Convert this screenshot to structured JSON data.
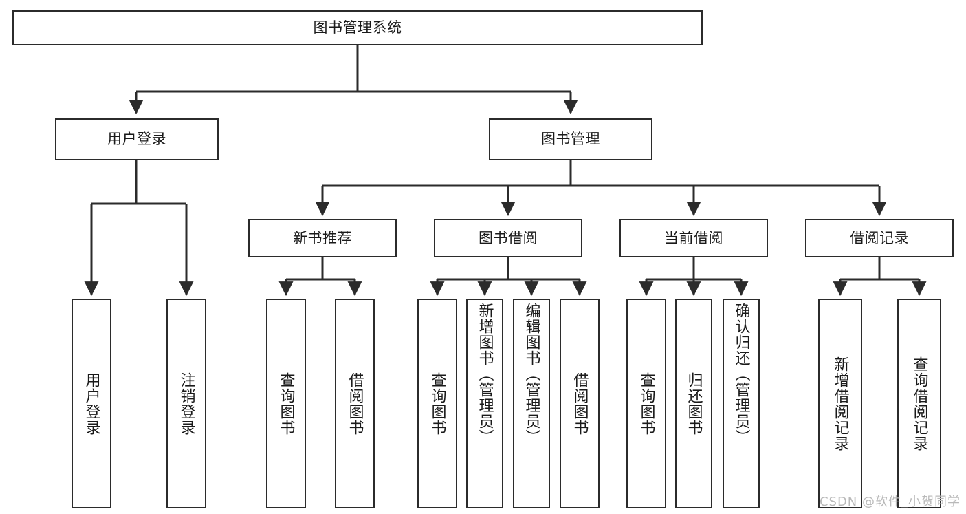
{
  "diagram": {
    "title": "图书管理系统",
    "type": "tree-hierarchy-diagram",
    "watermark": "CSDN @软件_小贺同学",
    "colors": {
      "background": "#ffffff",
      "node_border": "#2b2b2b",
      "node_fill": "#ffffff",
      "edge": "#2b2b2b",
      "text": "#1a1a1a",
      "watermark_text": "#b9b9b9"
    },
    "root": {
      "label": "图书管理系统"
    },
    "level2": [
      {
        "label": "用户登录"
      },
      {
        "label": "图书管理"
      }
    ],
    "level3": [
      {
        "label": "新书推荐"
      },
      {
        "label": "图书借阅"
      },
      {
        "label": "当前借阅"
      },
      {
        "label": "借阅记录"
      }
    ],
    "leaves": {
      "user_login": [
        {
          "label": "用户登录"
        },
        {
          "label": "注销登录"
        }
      ],
      "new_book_recommend": [
        {
          "label": "查询图书"
        },
        {
          "label": "借阅图书"
        }
      ],
      "book_borrow": [
        {
          "label": "查询图书"
        },
        {
          "label": "新增图书（管理员）"
        },
        {
          "label": "编辑图书（管理员）"
        },
        {
          "label": "借阅图书"
        }
      ],
      "current_borrow": [
        {
          "label": "查询图书"
        },
        {
          "label": "归还图书"
        },
        {
          "label": "确认归还（管理员）"
        }
      ],
      "borrow_record": [
        {
          "label": "新增借阅记录"
        },
        {
          "label": "查询借阅记录"
        }
      ]
    }
  }
}
